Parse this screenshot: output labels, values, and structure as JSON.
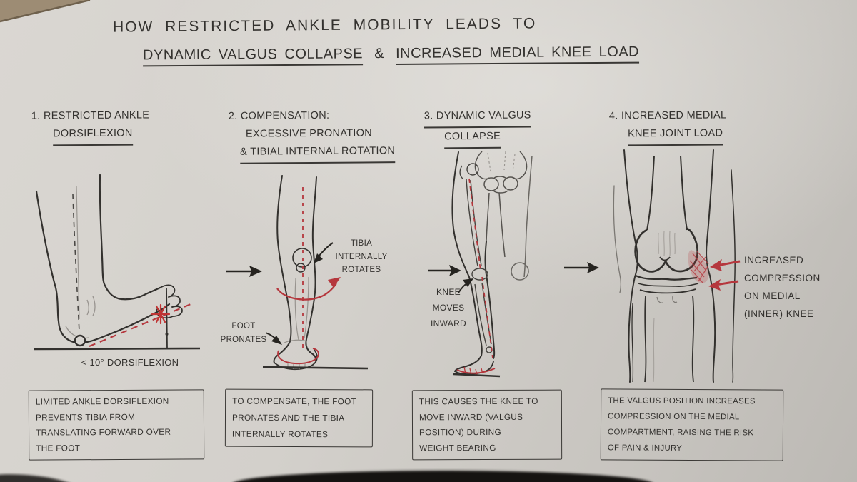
{
  "colors": {
    "paper": "#d3d0cb",
    "ink": "#33312e",
    "pencil": "#98948f",
    "red": "#b5373d",
    "desk": "#9d8c74"
  },
  "title": {
    "line1": "HOW RESTRICTED ANKLE MOBILITY LEADS TO",
    "line2_a": "DYNAMIC VALGUS COLLAPSE",
    "line2_amp": "&",
    "line2_b": "INCREASED MEDIAL KNEE LOAD"
  },
  "panels": [
    {
      "heading": [
        "1. RESTRICTED ANKLE",
        "DORSIFLEXION"
      ],
      "labels": {
        "angle": "< 10° DORSIFLEXION"
      },
      "caption_lines": [
        "LIMITED ANKLE DORSIFLEXION",
        "PREVENTS TIBIA FROM",
        "TRANSLATING FORWARD OVER",
        "THE FOOT"
      ]
    },
    {
      "heading": [
        "2. COMPENSATION:",
        "EXCESSIVE PRONATION",
        "& TIBIAL INTERNAL ROTATION"
      ],
      "labels": {
        "tibia": [
          "TIBIA",
          "INTERNALLY",
          "ROTATES"
        ],
        "foot": [
          "FOOT",
          "PRONATES"
        ]
      },
      "caption_lines": [
        "TO COMPENSATE, THE FOOT",
        "PRONATES AND THE TIBIA",
        "INTERNALLY ROTATES"
      ]
    },
    {
      "heading": [
        "3. DYNAMIC VALGUS",
        "COLLAPSE"
      ],
      "labels": {
        "knee": [
          "KNEE",
          "MOVES",
          "INWARD"
        ]
      },
      "caption_lines": [
        "THIS CAUSES THE KNEE TO",
        "MOVE INWARD (VALGUS",
        "POSITION) DURING",
        "WEIGHT BEARING"
      ]
    },
    {
      "heading": [
        "4. INCREASED MEDIAL",
        "KNEE JOINT LOAD"
      ],
      "labels": {
        "compression": [
          "INCREASED",
          "COMPRESSION",
          "ON MEDIAL",
          "(INNER) KNEE"
        ]
      },
      "caption_lines": [
        "THE VALGUS POSITION INCREASES",
        "COMPRESSION ON THE MEDIAL",
        "COMPARTMENT, RAISING THE RISK",
        "OF PAIN & INJURY"
      ]
    }
  ]
}
